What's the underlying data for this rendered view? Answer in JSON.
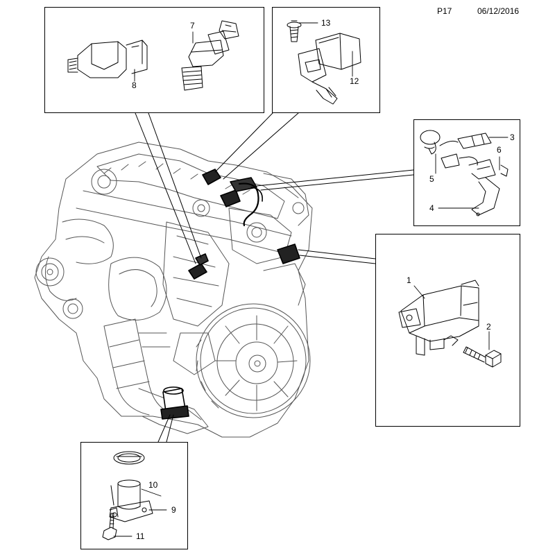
{
  "header": {
    "page": "P17",
    "date": "06/12/2016"
  },
  "callouts": {
    "c1": "1",
    "c2": "2",
    "c3": "3",
    "c4": "4",
    "c5": "5",
    "c6": "6",
    "c7": "7",
    "c8": "8",
    "c9": "9",
    "c10": "10",
    "c11": "11",
    "c12": "12",
    "c13": "13"
  }
}
